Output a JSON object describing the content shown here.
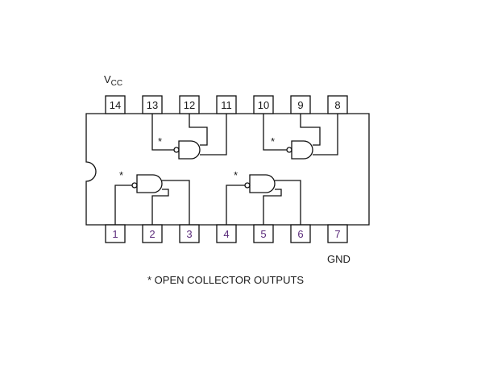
{
  "labels": {
    "vcc_main": "V",
    "vcc_sub": "CC",
    "gnd": "GND",
    "footnote": "* OPEN COLLECTOR OUTPUTS",
    "asterisk": "*"
  },
  "top_pins": [
    "14",
    "13",
    "12",
    "11",
    "10",
    "9",
    "8"
  ],
  "bottom_pins": [
    "1",
    "2",
    "3",
    "4",
    "5",
    "6",
    "7"
  ],
  "colors": {
    "line": "#111111",
    "pin_text_accent": "#5a2a7a"
  }
}
